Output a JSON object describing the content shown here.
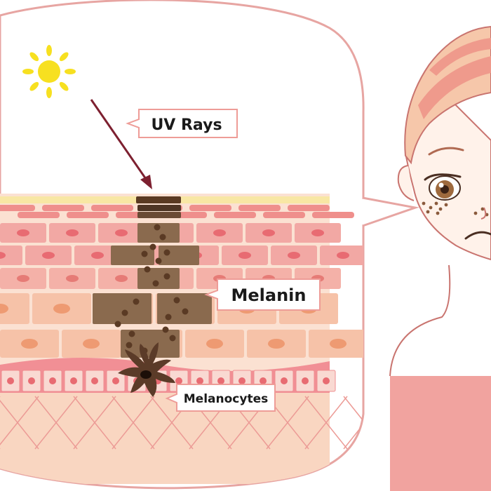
{
  "labels": {
    "uv_rays": "UV Rays",
    "melanin": "Melanin",
    "melanocytes": "Melanocytes"
  },
  "colors": {
    "bubble_border": "#e7a5a2",
    "callout_border": "#ee9c97",
    "arrow": "#7d2030",
    "sun": "#f7e020",
    "skin_surface": "#f8e7a4",
    "skin_cell": "#f0a2a2",
    "skin_cell_light": "#f6c2b7",
    "skin_dermis": "#f9d6c1",
    "melanin_cell": "#8a6a4e",
    "melanin_dot": "#5a3a24",
    "melanocyte": "#5b3b28",
    "face_skin": "#fff2ea",
    "face_outline": "#c9746f",
    "hair": "#f6c7aa",
    "hair_band": "#ef9a8c",
    "shirt": "#f1a39f",
    "eye_iris": "#9e6a3e"
  },
  "icons": [
    "sun-icon",
    "uv-arrow-icon",
    "melanocyte-icon",
    "face-illustration"
  ]
}
